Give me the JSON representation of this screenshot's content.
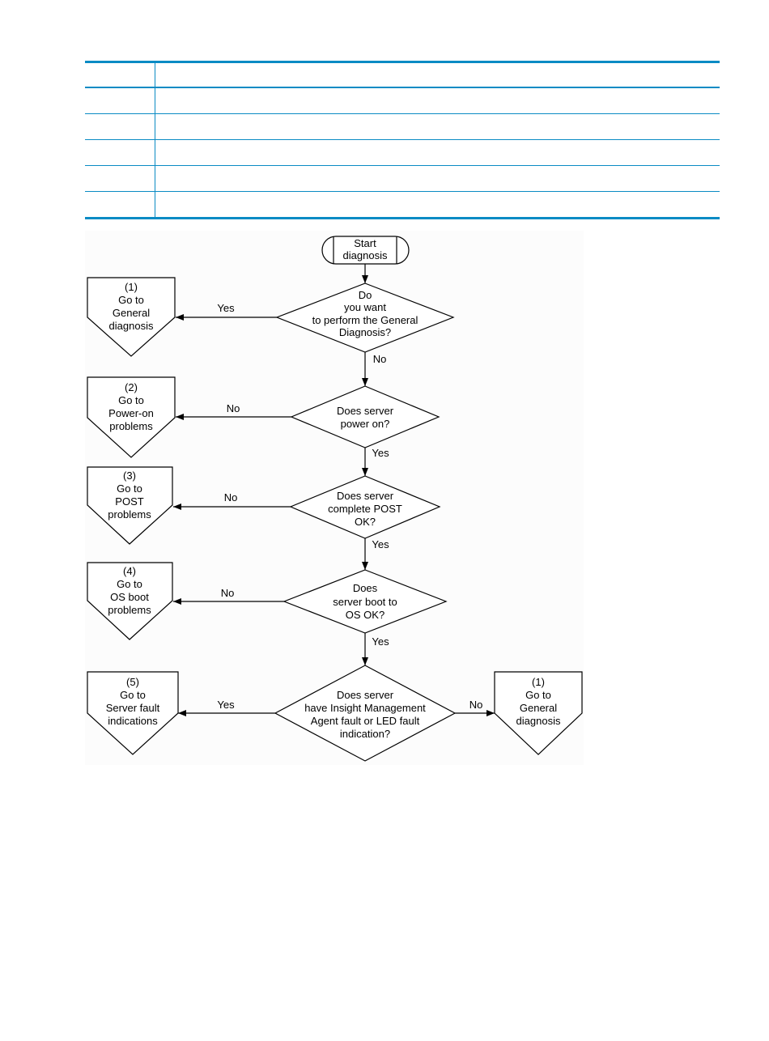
{
  "legend_table": {
    "rows": [
      {
        "item": "",
        "description": ""
      },
      {
        "item": "",
        "description": ""
      },
      {
        "item": "",
        "description": ""
      },
      {
        "item": "",
        "description": ""
      },
      {
        "item": "",
        "description": ""
      },
      {
        "item": "",
        "description": ""
      }
    ]
  },
  "flowchart": {
    "start": {
      "line1": "Start",
      "line2": "diagnosis"
    },
    "decisions": [
      {
        "lines": [
          "Do",
          "you want",
          "to perform the General",
          "Diagnosis?"
        ]
      },
      {
        "lines": [
          "Does server",
          "power on?"
        ]
      },
      {
        "lines": [
          "Does server",
          "complete POST",
          "OK?"
        ]
      },
      {
        "lines": [
          "Does",
          "server boot to",
          "OS OK?"
        ]
      },
      {
        "lines": [
          "Does server",
          "have Insight Management",
          "Agent fault or LED fault",
          "indication?"
        ]
      }
    ],
    "offpage": [
      {
        "lines": [
          "(1)",
          "Go to",
          "General",
          "diagnosis"
        ]
      },
      {
        "lines": [
          "(2)",
          "Go to",
          "Power-on",
          "problems"
        ]
      },
      {
        "lines": [
          "(3)",
          "Go to",
          "POST",
          "problems"
        ]
      },
      {
        "lines": [
          "(4)",
          "Go to",
          "OS boot",
          "problems"
        ]
      },
      {
        "lines": [
          "(5)",
          "Go to",
          "Server fault",
          "indications"
        ]
      },
      {
        "lines": [
          "(1)",
          "Go to",
          "General",
          "diagnosis"
        ]
      }
    ],
    "edge_labels": {
      "d1_yes": "Yes",
      "d1_no": "No",
      "d2_no": "No",
      "d2_yes": "Yes",
      "d3_no": "No",
      "d3_yes": "Yes",
      "d4_no": "No",
      "d4_yes": "Yes",
      "d5_yes": "Yes",
      "d5_no": "No"
    }
  }
}
